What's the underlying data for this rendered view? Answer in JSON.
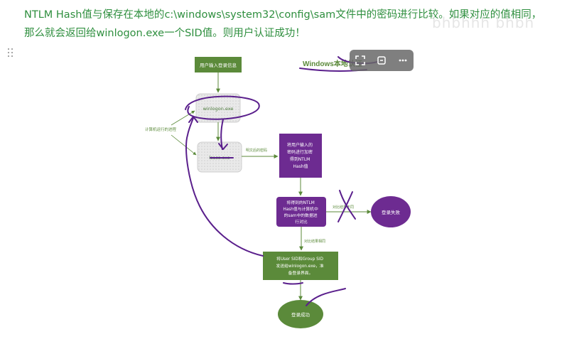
{
  "paragraph": {
    "line1_prefix": "NTLM Hash值与保存在本地的",
    "line1_path": "c:\\windows\\system32\\config\\sam",
    "line1_suffix": "文件中的密码进行比较。如果对应的值相同，",
    "line2": "那么就会返回给winlogon.exe一个SID值。则用户认证成功！"
  },
  "watermark": "bhbhhh bhbh",
  "diagram": {
    "windows_label": "Windows本地认证",
    "n_input": "用户输入登录信息",
    "n_winlogon": "winlogon.exe",
    "n_lsass": "lsass.exe",
    "side_label": "计算机运行的进程",
    "arrow_plain": "明文后的密码",
    "n_ntlm": [
      "将用户输入的",
      "密码进行加密",
      "得到NTLM",
      "Hash值"
    ],
    "n_compare": [
      "将得到的NTLM",
      "Hash值与计算机中",
      "的sam中的数据进",
      "行对比"
    ],
    "arrow_notequal": "对比结果不同",
    "n_fail": "登录失败",
    "arrow_equal": "对比结果相同",
    "n_sid": [
      "将User SID和Group SID",
      "发送给winlogon.exe，准",
      "备登录界面。"
    ],
    "n_success": "登录成功"
  },
  "toolbar": {
    "expand_icon": "expand-icon",
    "copy_icon": "copy-icon"
  },
  "colors": {
    "text_green": "#2f8f3f",
    "node_green": "#5b8a3a",
    "node_purple": "#6d2b91",
    "ink_purple": "#5a1f8c"
  }
}
